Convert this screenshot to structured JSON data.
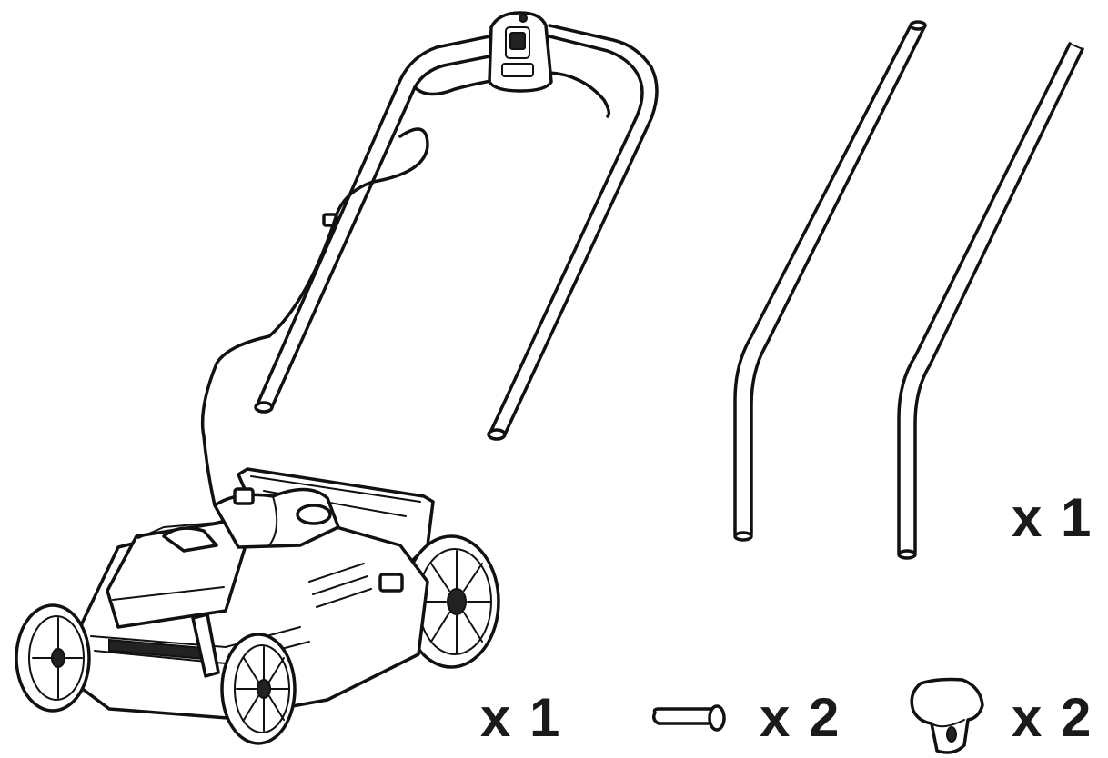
{
  "parts": [
    {
      "id": "mower",
      "quantity": "x 1"
    },
    {
      "id": "lower-handles",
      "quantity": "x 1"
    },
    {
      "id": "bolt",
      "quantity": "x 2"
    },
    {
      "id": "knob",
      "quantity": "x 2"
    }
  ]
}
